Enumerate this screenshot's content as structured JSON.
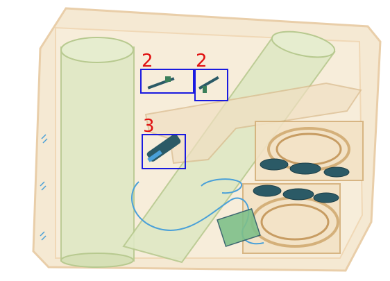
{
  "scene": {
    "kind": "xray-baggage-scan",
    "colors": {
      "background": "#ffffff",
      "case_fill": "#f5e7cf",
      "case_edge": "#e7c9a0",
      "cylinder_fill": "#dfe8c4",
      "cylinder_edge": "#b7c98f",
      "cable": "#4aa0d8",
      "coil": "#d4b07a",
      "dark_item": "#2b5a66",
      "box_color": "#1a1ae0",
      "label_color": "#e01010"
    }
  },
  "detections": [
    {
      "label": "2"
    },
    {
      "label": "2"
    },
    {
      "label": "3"
    }
  ]
}
